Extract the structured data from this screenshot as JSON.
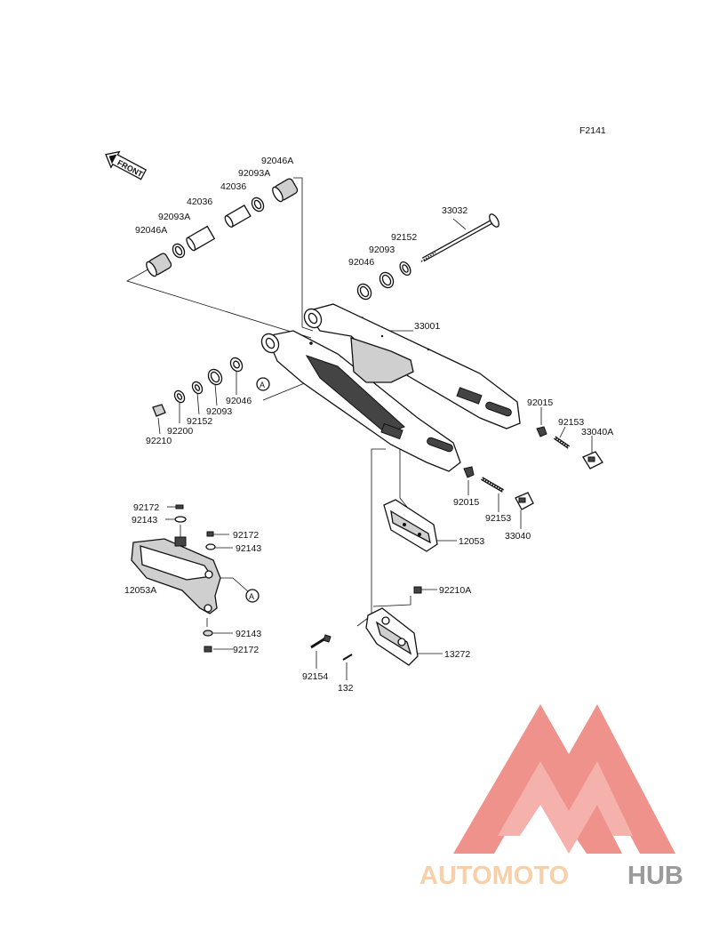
{
  "figure_code": "F2141",
  "front_label": "FRONT",
  "ref_marker": "A",
  "parts": {
    "p92046A_top": "92046A",
    "p92093A_top": "92093A",
    "p42036_right": "42036",
    "p42036_left": "42036",
    "p92093A_left": "92093A",
    "p92046A_left": "92046A",
    "p33032": "33032",
    "p92152_top": "92152",
    "p92093_top": "92093",
    "p92046_top": "92046",
    "p33001": "33001",
    "p92015_right": "92015",
    "p92153_right": "92153",
    "p33040A": "33040A",
    "p92046_bottom": "92046",
    "p92093_bottom": "92093",
    "p92152_bottom": "92152",
    "p92200": "92200",
    "p92210": "92210",
    "p92015_bottom": "92015",
    "p92153_bottom": "92153",
    "p33040": "33040",
    "p12053": "12053",
    "p92172_a": "92172",
    "p92143_a": "92143",
    "p92172_b": "92172",
    "p92143_b": "92143",
    "p12053A": "12053A",
    "p92143_c": "92143",
    "p92172_c": "92172",
    "p92210A": "92210A",
    "p13272": "13272",
    "p92154": "92154",
    "p132": "132"
  },
  "watermark": {
    "part1": "AUTOMOTO",
    "part2": "HUB",
    "color_light": "#f6c79a",
    "color_red": "#ee7f78",
    "color_gray": "#8a8a8a"
  }
}
